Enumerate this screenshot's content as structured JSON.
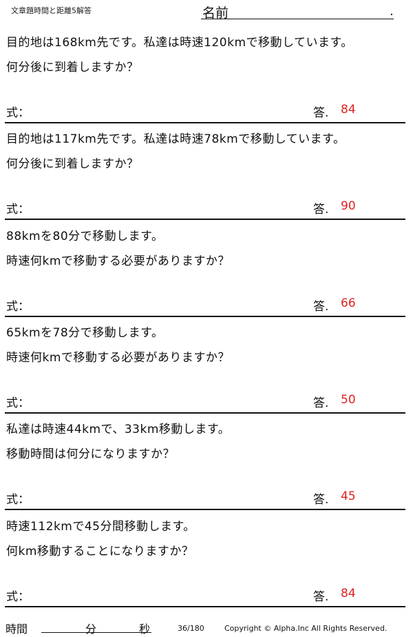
{
  "header": {
    "title": "文章題時間と距離5解答",
    "name_label": "名前",
    "dot": "."
  },
  "labels": {
    "formula": "式：",
    "answer": "答."
  },
  "problems": [
    {
      "line1": "目的地は168km先です。私達は時速120kmで移動しています。",
      "line2": "何分後に到着しますか？",
      "answer": "84"
    },
    {
      "line1": "目的地は117km先です。私達は時速78kmで移動しています。",
      "line2": "何分後に到着しますか？",
      "answer": "90"
    },
    {
      "line1": "88kmを80分で移動します。",
      "line2": "時速何kmで移動する必要がありますか？",
      "answer": "66"
    },
    {
      "line1": "65kmを78分で移動します。",
      "line2": "時速何kmで移動する必要がありますか？",
      "answer": "50"
    },
    {
      "line1": "私達は時速44kmで、33km移動します。",
      "line2": "移動時間は何分になりますか？",
      "answer": "45"
    },
    {
      "line1": "時速112kmで45分間移動します。",
      "line2": "何km移動することになりますか？",
      "answer": "84"
    }
  ],
  "footer": {
    "time_label": "時間",
    "minutes_label": "分",
    "seconds_label": "秒",
    "page": "36/180",
    "copyright": "Copyright ©  Alpha.Inc All Rights Reserved."
  },
  "colors": {
    "answer": "#e02020"
  }
}
